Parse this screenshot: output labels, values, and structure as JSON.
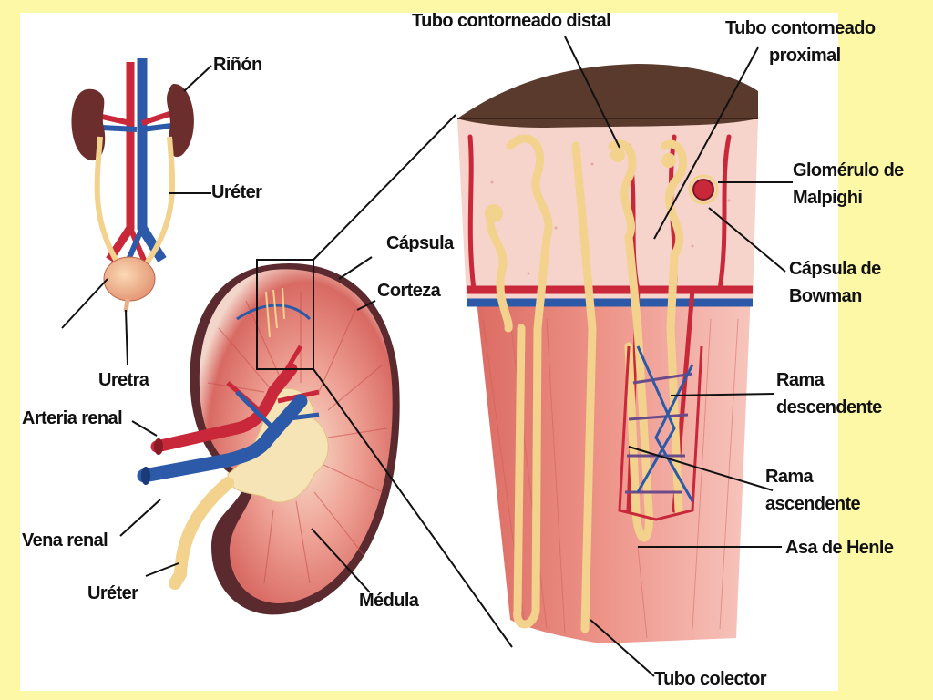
{
  "labels": {
    "rinon": "Riñón",
    "ureter_top": "Uréter",
    "uretra": "Uretra",
    "arteria_renal": "Arteria renal",
    "vena_renal": "Vena renal",
    "ureter_bottom": "Uréter",
    "capsula": "Cápsula",
    "corteza": "Corteza",
    "medula": "Médula",
    "tubo_distal": "Tubo contorneado distal",
    "tubo_proximal_1": "Tubo contorneado",
    "tubo_proximal_2": "proximal",
    "glomerulo_1": "Glomérulo de",
    "glomerulo_2": "Malpighi",
    "bowman_1": "Cápsula de",
    "bowman_2": "Bowman",
    "rama_desc_1": "Rama",
    "rama_desc_2": "descendente",
    "rama_asc_1": "Rama",
    "rama_asc_2": "ascendente",
    "asa_henle": "Asa de Henle",
    "tubo_colector": "Tubo colector"
  },
  "colors": {
    "background": "#fdf8a6",
    "canvas": "#ffffff",
    "artery": "#c8283a",
    "vein": "#2c5aa8",
    "tubule": "#f2d28c",
    "kidney_dark": "#5a2a2e",
    "cortex": "#f4d8cc",
    "medulla": "#e07a72"
  }
}
